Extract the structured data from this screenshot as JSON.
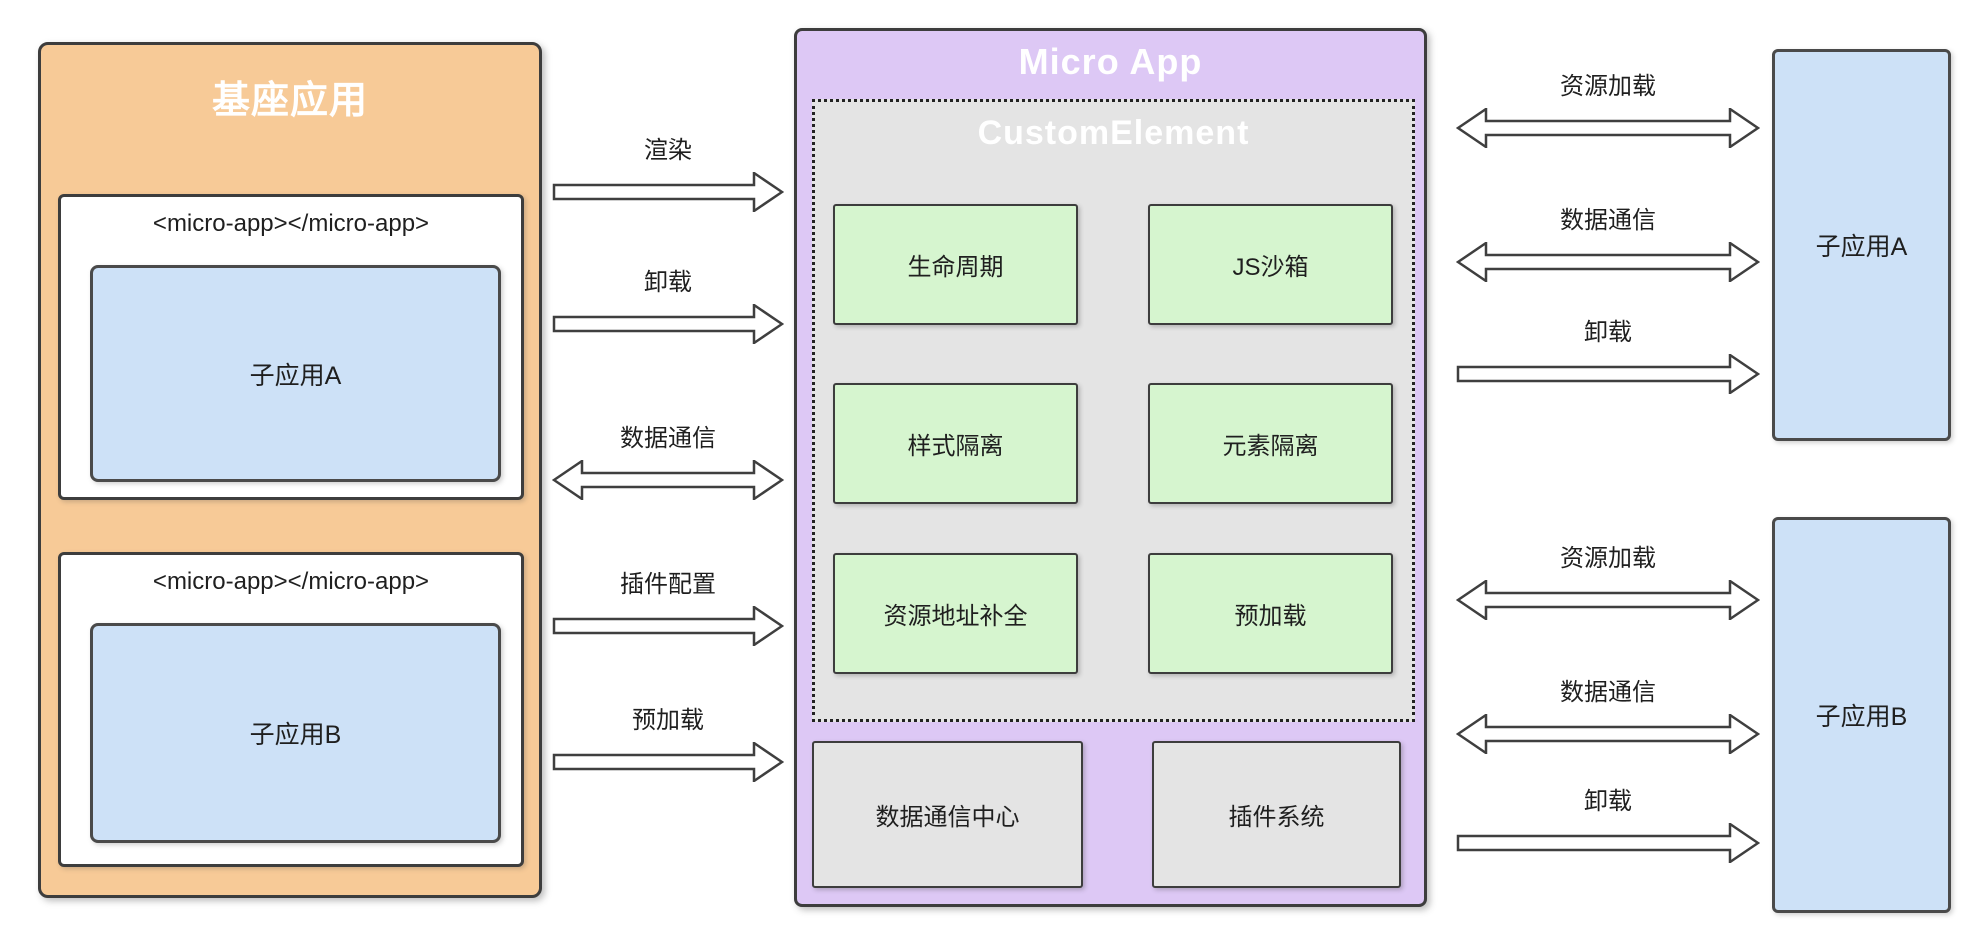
{
  "colors": {
    "orange": "#f7ca97",
    "purple": "#ddc8f5",
    "blue": "#cde1f7",
    "green": "#d6f5cf",
    "panelGray": "#e4e4e4",
    "line": "#3d3d3d",
    "lineSoft": "#4a4a4a"
  },
  "base_app": {
    "title": "基座应用",
    "slot_a": {
      "tag": "<micro-app></micro-app>",
      "app": "子应用A"
    },
    "slot_b": {
      "tag": "<micro-app></micro-app>",
      "app": "子应用B"
    }
  },
  "micro_app": {
    "title": "Micro App",
    "custom_element": {
      "title": "CustomElement",
      "features": [
        "生命周期",
        "JS沙箱",
        "样式隔离",
        "元素隔离",
        "资源地址补全",
        "预加载"
      ]
    },
    "modules": [
      "数据通信中心",
      "插件系统"
    ]
  },
  "left_arrows": [
    {
      "label": "渲染",
      "dir": "right"
    },
    {
      "label": "卸载",
      "dir": "right"
    },
    {
      "label": "数据通信",
      "dir": "both"
    },
    {
      "label": "插件配置",
      "dir": "right"
    },
    {
      "label": "预加载",
      "dir": "right"
    }
  ],
  "right_apps": [
    {
      "label": "子应用A"
    },
    {
      "label": "子应用B"
    }
  ],
  "right_arrows_top": [
    {
      "label": "资源加载",
      "dir": "both"
    },
    {
      "label": "数据通信",
      "dir": "both"
    },
    {
      "label": "卸载",
      "dir": "right"
    }
  ],
  "right_arrows_bottom": [
    {
      "label": "资源加载",
      "dir": "both"
    },
    {
      "label": "数据通信",
      "dir": "both"
    },
    {
      "label": "卸载",
      "dir": "right"
    }
  ]
}
